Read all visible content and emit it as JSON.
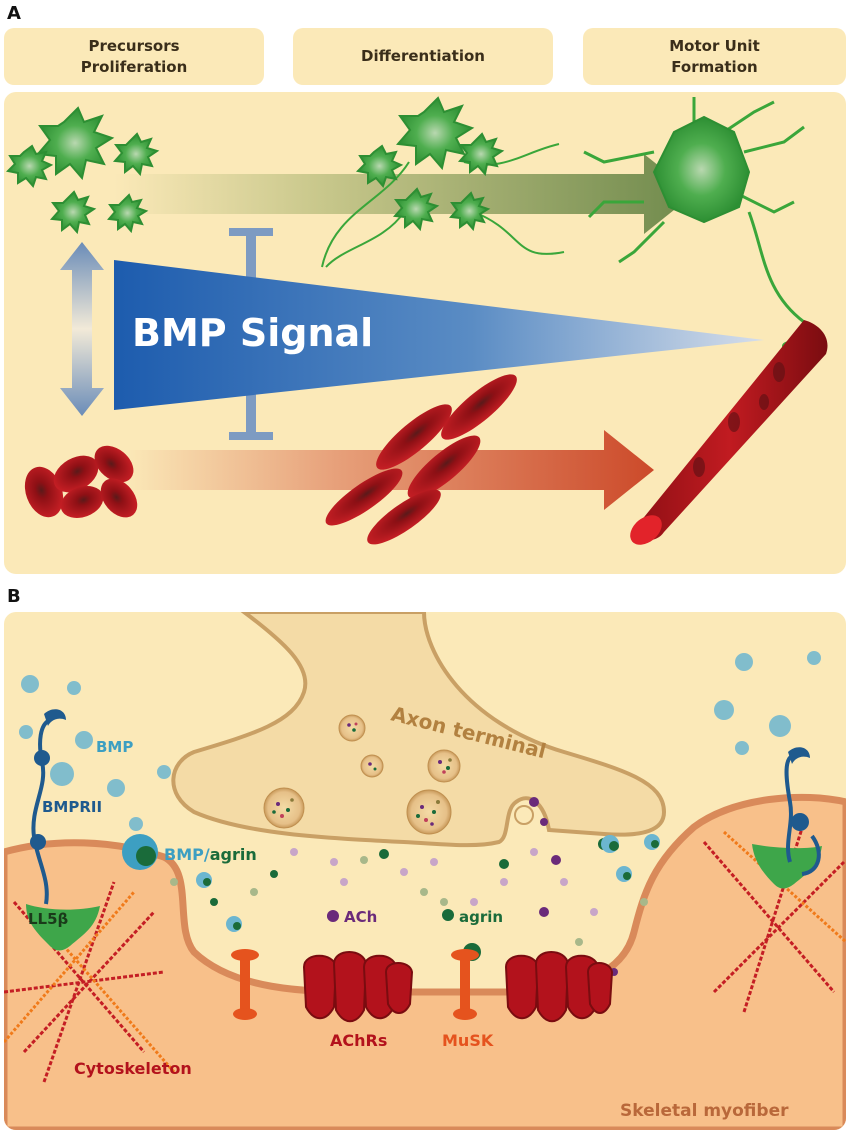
{
  "panel_a": {
    "letter": "A",
    "stages": [
      "Precursors\nProliferation",
      "Differentiation",
      "Motor Unit\nFormation"
    ],
    "signal_label": "BMP Signal"
  },
  "panel_b": {
    "letter": "B",
    "labels": {
      "axon_terminal": "Axon terminal",
      "bmp": "BMP",
      "bmprii": "BMPRII",
      "bmp_agrin_prefix": "BMP/",
      "bmp_agrin_suffix": "agrin",
      "ll5b": "LL5β",
      "ach": "ACh",
      "agrin": "agrin",
      "cytoskeleton": "Cytoskeleton",
      "achrs": "AChRs",
      "musk": "MuSK",
      "skeletal_myofiber": "Skeletal myofiber"
    }
  },
  "colors": {
    "panel_bg": "#fbe9b8",
    "bmp_blue": "#1f5fb0",
    "neuron_green": "#3aa63a",
    "muscle_red": "#b3121c",
    "myofiber_orange": "#f8c08a",
    "bmp_label": "#3d9fc2",
    "ach_purple": "#6a2a7a",
    "agrin_green": "#1a6b3a",
    "musk_orange": "#e5531e"
  }
}
